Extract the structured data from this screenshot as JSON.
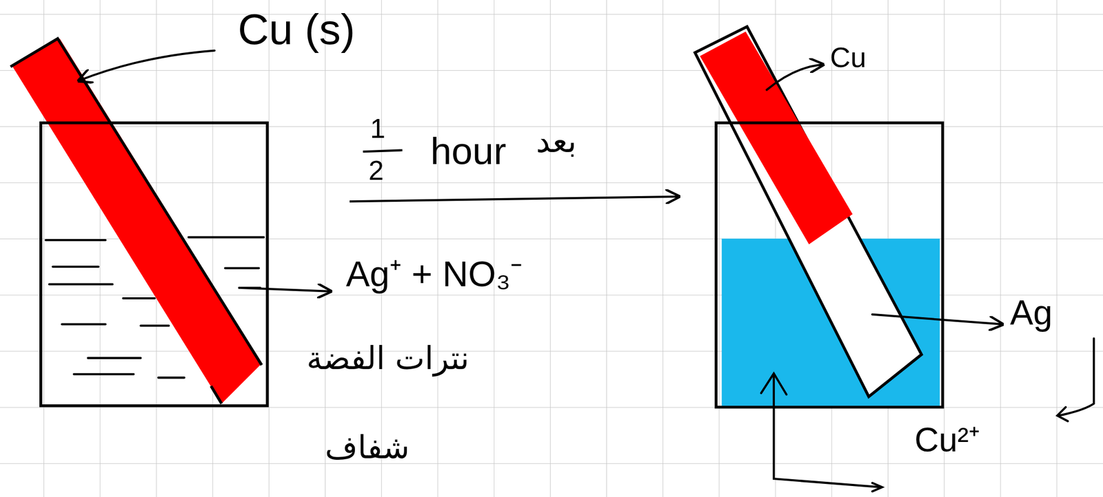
{
  "diagram": {
    "labels": [
      "Cu (s)",
      "Ag⁺ + NO₃⁻",
      "نترات الفضة",
      "شفاف",
      "1",
      "2",
      "hour",
      "بعد",
      "Cu",
      "Ag",
      "Cu²⁺"
    ]
  }
}
